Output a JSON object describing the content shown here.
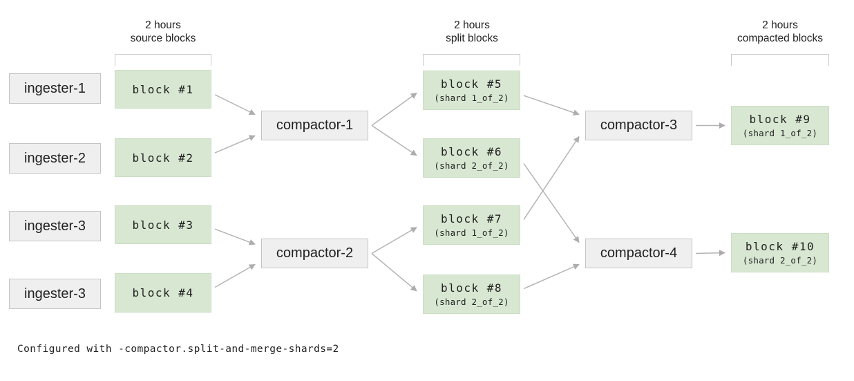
{
  "headers": [
    {
      "line1": "2 hours",
      "line2": "source blocks"
    },
    {
      "line1": "2 hours",
      "line2": "split blocks"
    },
    {
      "line1": "2 hours",
      "line2": "compacted blocks"
    }
  ],
  "ingesters": [
    {
      "label": "ingester-1"
    },
    {
      "label": "ingester-2"
    },
    {
      "label": "ingester-3"
    },
    {
      "label": "ingester-3"
    }
  ],
  "compactors": [
    {
      "label": "compactor-1"
    },
    {
      "label": "compactor-2"
    },
    {
      "label": "compactor-3"
    },
    {
      "label": "compactor-4"
    }
  ],
  "blocks": {
    "source": [
      {
        "title": "block #1"
      },
      {
        "title": "block #2"
      },
      {
        "title": "block #3"
      },
      {
        "title": "block #4"
      }
    ],
    "split": [
      {
        "title": "block #5",
        "shard": "(shard 1_of_2)"
      },
      {
        "title": "block #6",
        "shard": "(shard 2_of_2)"
      },
      {
        "title": "block #7",
        "shard": "(shard 1_of_2)"
      },
      {
        "title": "block #8",
        "shard": "(shard 2_of_2)"
      }
    ],
    "compacted": [
      {
        "title": "block #9",
        "shard": "(shard 1_of_2)"
      },
      {
        "title": "block #10",
        "shard": "(shard 2_of_2)"
      }
    ]
  },
  "edges": [
    {
      "from": "block-1",
      "to": "compactor-1"
    },
    {
      "from": "block-2",
      "to": "compactor-1"
    },
    {
      "from": "block-3",
      "to": "compactor-2"
    },
    {
      "from": "block-4",
      "to": "compactor-2"
    },
    {
      "from": "compactor-1",
      "to": "block-5"
    },
    {
      "from": "compactor-1",
      "to": "block-6"
    },
    {
      "from": "compactor-2",
      "to": "block-7"
    },
    {
      "from": "compactor-2",
      "to": "block-8"
    },
    {
      "from": "block-5",
      "to": "compactor-3"
    },
    {
      "from": "block-7",
      "to": "compactor-3"
    },
    {
      "from": "block-6",
      "to": "compactor-4"
    },
    {
      "from": "block-8",
      "to": "compactor-4"
    },
    {
      "from": "compactor-3",
      "to": "block-9"
    },
    {
      "from": "compactor-4",
      "to": "block-10"
    }
  ],
  "footer": "Configured with -compactor.split-and-merge-shards=2",
  "colors": {
    "block_fill": "#d8e7d2",
    "block_border": "#cadec4",
    "node_fill": "#efefef",
    "node_border": "#c4c4c4",
    "arrow": "#b3b3b3",
    "bracket": "#c9c9c9",
    "text": "#212121"
  }
}
